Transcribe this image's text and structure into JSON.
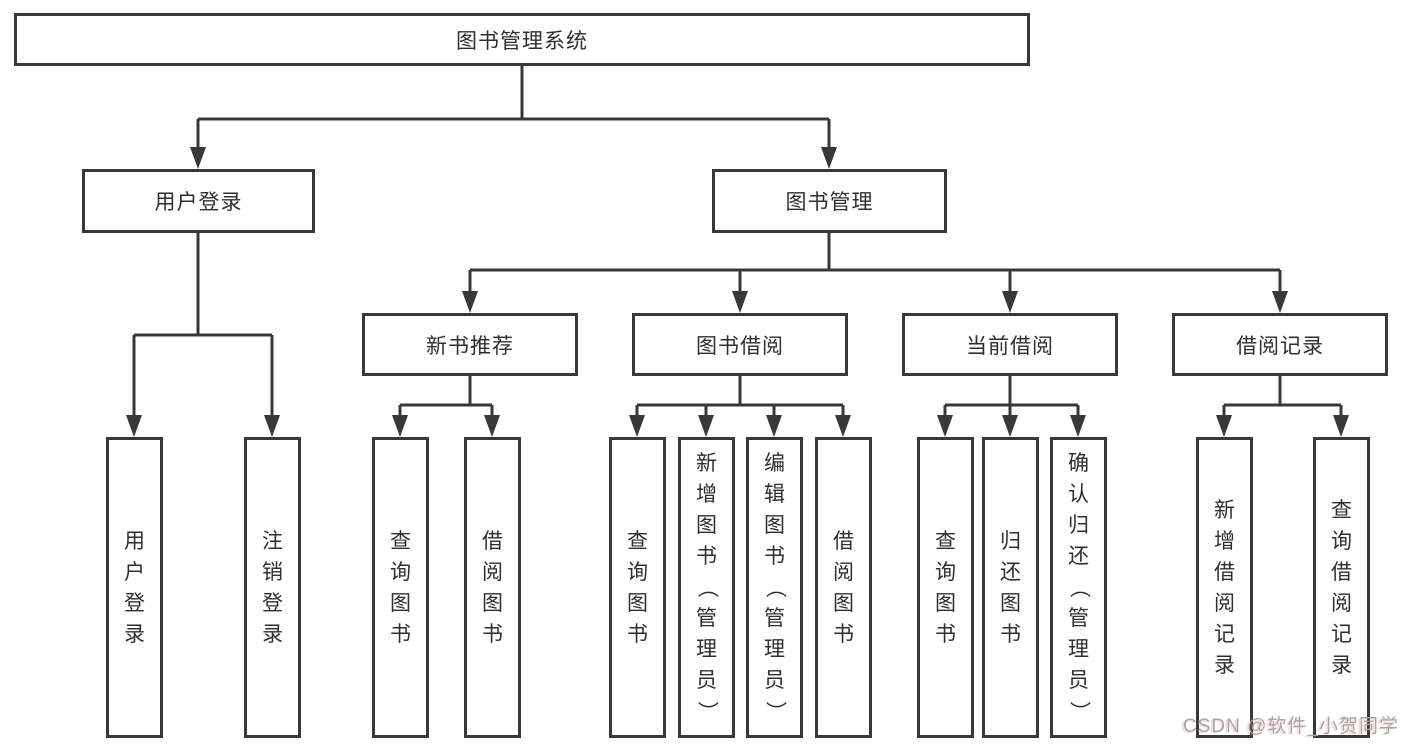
{
  "diagram": {
    "title": "图书管理系统",
    "branches": [
      {
        "label": "用户登录",
        "children": [
          {
            "label": "用户登录"
          },
          {
            "label": "注销登录"
          }
        ]
      },
      {
        "label": "图书管理",
        "children": [
          {
            "label": "新书推荐",
            "children": [
              {
                "label": "查询图书"
              },
              {
                "label": "借阅图书"
              }
            ]
          },
          {
            "label": "图书借阅",
            "children": [
              {
                "label": "查询图书"
              },
              {
                "label": "新增图书（管理员）"
              },
              {
                "label": "编辑图书（管理员）"
              },
              {
                "label": "借阅图书"
              }
            ]
          },
          {
            "label": "当前借阅",
            "children": [
              {
                "label": "查询图书"
              },
              {
                "label": "归还图书"
              },
              {
                "label": "确认归还（管理员）"
              }
            ]
          },
          {
            "label": "借阅记录",
            "children": [
              {
                "label": "新增借阅记录"
              },
              {
                "label": "查询借阅记录"
              }
            ]
          }
        ]
      }
    ]
  },
  "watermark": {
    "text": "CSDN @软件_小贺同学",
    "color": "#a5a5ab"
  },
  "colors": {
    "line": "#383838",
    "text": "#2f2f2f",
    "background": "#ffffff"
  }
}
